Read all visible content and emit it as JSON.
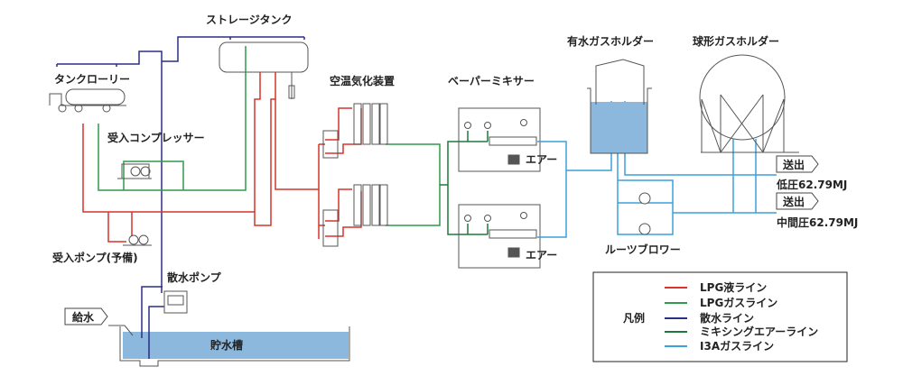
{
  "labels": {
    "storage_tank": "ストレージタンク",
    "tank_lorry": "タンクローリー",
    "compressor": "受入コンプレッサー",
    "receiving_pump": "受入ポンプ(予備)",
    "spray_pump": "散水ポンプ",
    "water_supply": "給水",
    "water_tank": "貯水槽",
    "vaporizer": "空温気化装置",
    "vapor_mixer": "ベーパーミキサー",
    "air_1": "エアー",
    "air_2": "エアー",
    "wet_gas_holder": "有水ガスホルダー",
    "spherical_gas_holder": "球形ガスホルダー",
    "roots_blower": "ルーツブロワー",
    "send_out_1": "送出",
    "send_out_2": "送出",
    "low_pressure": "低圧62.79MJ",
    "medium_pressure": "中間圧62.79MJ"
  },
  "legend": {
    "title": "凡例",
    "items": [
      {
        "label": "LPG液ライン",
        "color": "#d9342b"
      },
      {
        "label": "LPGガスライン",
        "color": "#2e9a4a"
      },
      {
        "label": "散水ライン",
        "color": "#2a2e85"
      },
      {
        "label": "ミキシングエアーライン",
        "color": "#1f7a3a"
      },
      {
        "label": "I3Aガスライン",
        "color": "#3aa0dc"
      }
    ]
  },
  "colors": {
    "lpg_liquid": "#d9342b",
    "lpg_gas": "#2e9a4a",
    "spray_water": "#2a2e85",
    "mixing_air": "#1f7a3a",
    "town_gas_13a": "#3aa0dc",
    "water": "#8bb8dc"
  }
}
